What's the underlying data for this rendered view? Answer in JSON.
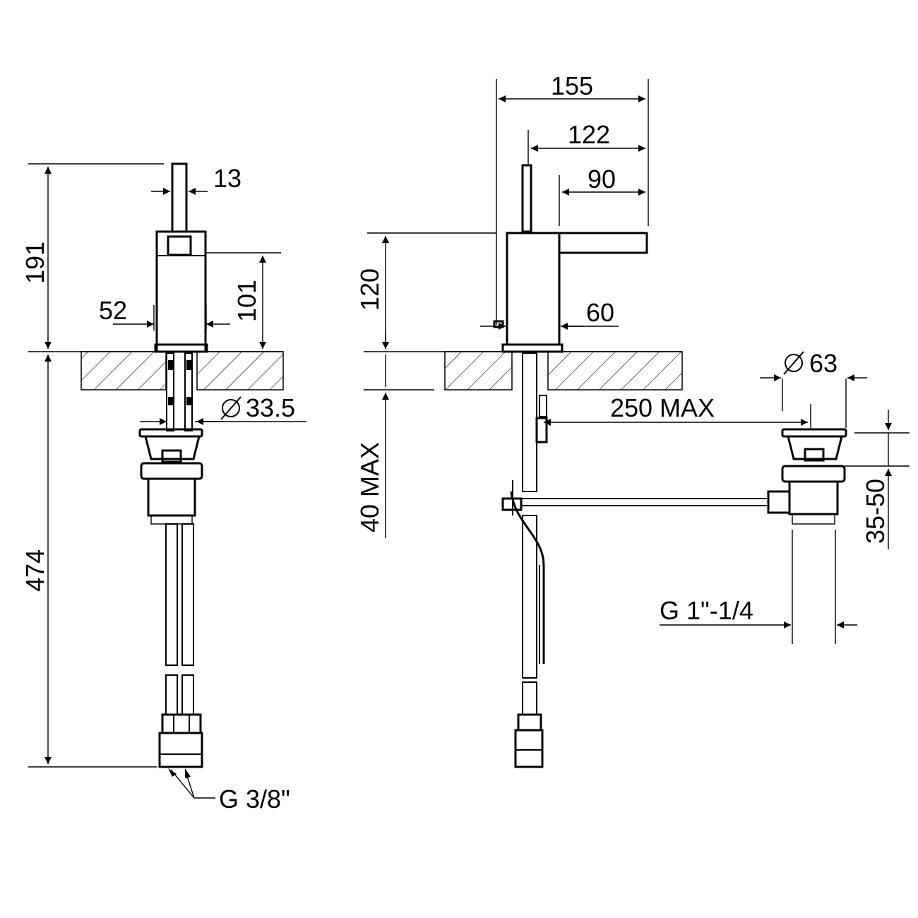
{
  "dimensions": {
    "side_overall_height": "191",
    "side_handle_width": "13",
    "side_body_height": "101",
    "side_body_width": "52",
    "side_hole": "33.5",
    "side_hose_length": "474",
    "side_connection": "G 3/8\"",
    "front_total_depth": "155",
    "front_lever_offset": "122",
    "front_spout_length": "90",
    "front_body_height": "120",
    "front_body_width": "60",
    "front_deck_max": "40 MAX",
    "waste_diameter": "63",
    "waste_rod_max": "250 MAX",
    "waste_height_range": "35-50",
    "waste_thread": "G 1\"-1/4"
  }
}
